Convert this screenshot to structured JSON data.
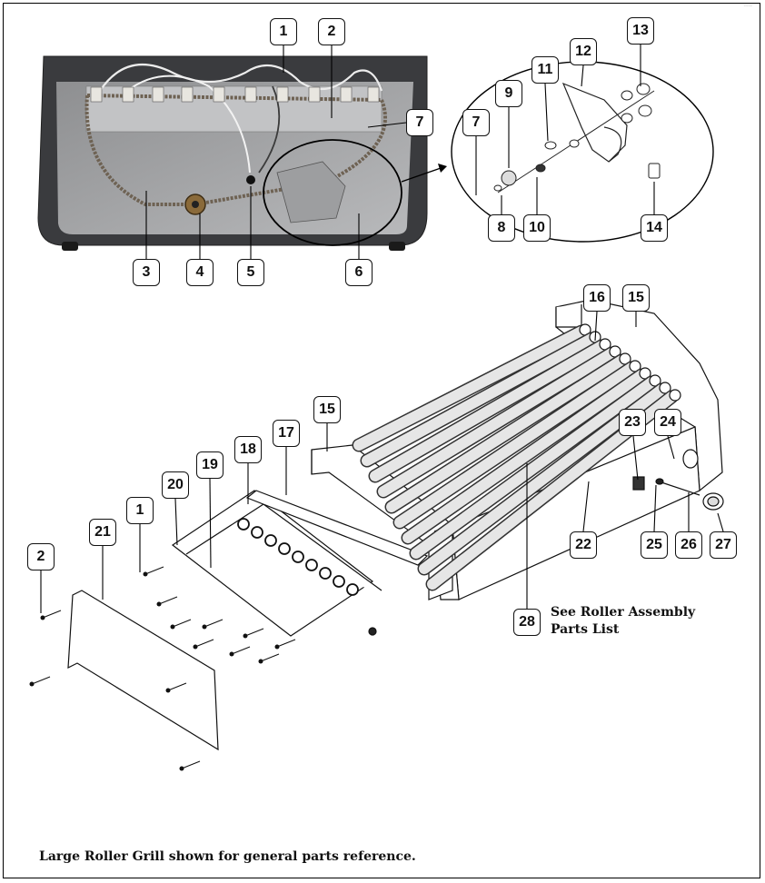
{
  "callouts": {
    "c1a": "1",
    "c2a": "2",
    "c7a": "7",
    "c3": "3",
    "c4": "4",
    "c5": "5",
    "c6": "6",
    "c7b": "7",
    "c8": "8",
    "c9": "9",
    "c10": "10",
    "c11": "11",
    "c12": "12",
    "c13": "13",
    "c14": "14",
    "c16": "16",
    "c15a": "15",
    "c15b": "15",
    "c17": "17",
    "c18": "18",
    "c19": "19",
    "c20": "20",
    "c1b": "1",
    "c21": "21",
    "c2b": "2",
    "c23": "23",
    "c24": "24",
    "c22": "22",
    "c25": "25",
    "c26": "26",
    "c27": "27",
    "c28": "28"
  },
  "roller_note": {
    "line1": "See Roller Assembly",
    "line2": "Parts List"
  },
  "caption": "Large Roller Grill shown for general parts reference.",
  "colors": {
    "housing": "#3a3b3e",
    "panel": "#a9aaac",
    "outline": "#111111"
  }
}
